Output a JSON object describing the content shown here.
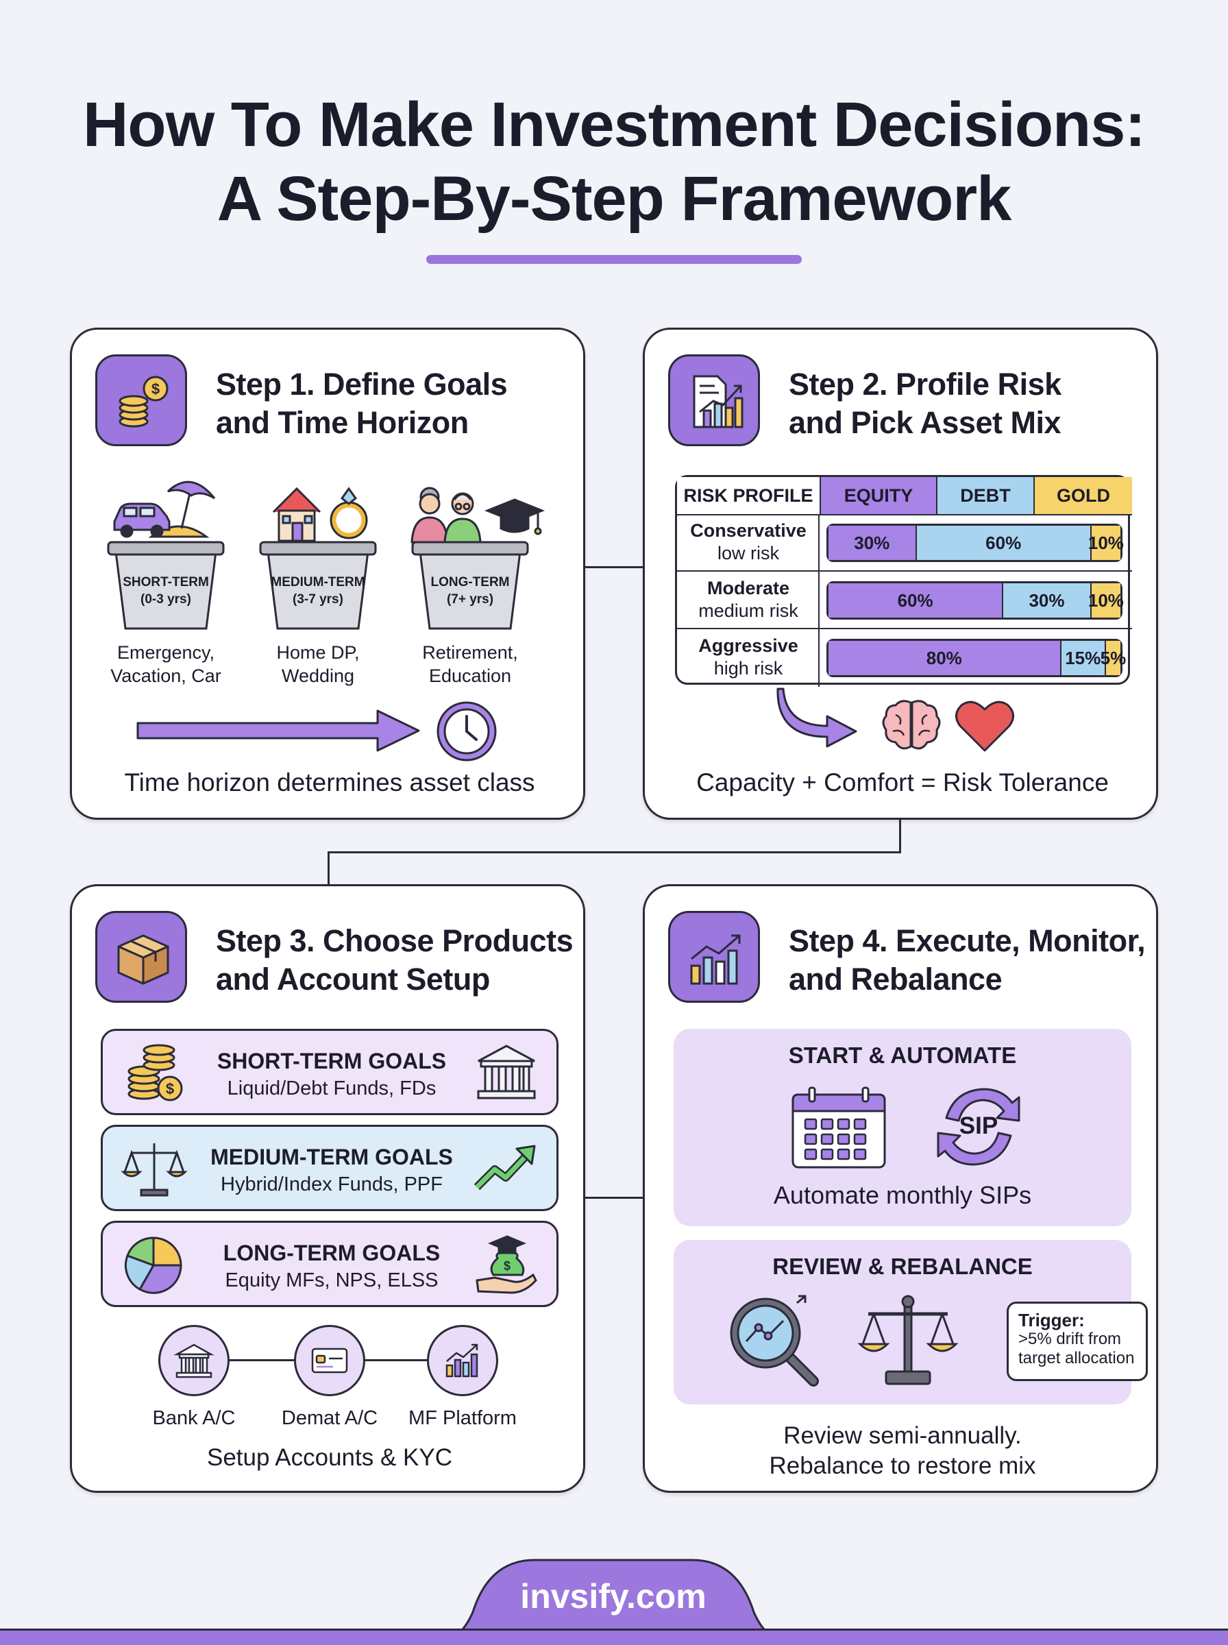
{
  "title": {
    "line1": "How To Make Investment Decisions:",
    "line2": "A Step-By-Step Framework"
  },
  "colors": {
    "accent": "#9b77de",
    "equity": "#a884e6",
    "debt": "#a9d4f0",
    "gold": "#f7d36b",
    "panel": "#e9dcf8",
    "outline": "#2b2b3a"
  },
  "step1": {
    "title_line1": "Step 1. Define Goals",
    "title_line2": "and Time Horizon",
    "icon": "coins-icon",
    "buckets": [
      {
        "label": "SHORT-TERM",
        "range": "(0-3 yrs)",
        "use_line1": "Emergency,",
        "use_line2": "Vacation, Car",
        "icon": "car-umbrella-icon"
      },
      {
        "label": "MEDIUM-TERM",
        "range": "(3-7 yrs)",
        "use_line1": "Home DP,",
        "use_line2": "Wedding",
        "icon": "house-ring-icon"
      },
      {
        "label": "LONG-TERM",
        "range": "(7+ yrs)",
        "use_line1": "Retirement,",
        "use_line2": "Education",
        "icon": "elders-graduation-icon"
      }
    ],
    "caption": "Time horizon determines asset class"
  },
  "step2": {
    "title_line1": "Step 2. Profile Risk",
    "title_line2": "and Pick Asset Mix",
    "icon": "report-chart-icon",
    "headers": [
      "RISK PROFILE",
      "EQUITY",
      "DEBT",
      "GOLD"
    ],
    "rows": [
      {
        "name": "Conservative",
        "risk": "low risk",
        "equity": 30,
        "debt": 60,
        "gold": 10,
        "equity_label": "30%",
        "debt_label": "60%",
        "gold_label": "10%"
      },
      {
        "name": "Moderate",
        "risk": "medium risk",
        "equity": 60,
        "debt": 30,
        "gold": 10,
        "equity_label": "60%",
        "debt_label": "30%",
        "gold_label": "10%"
      },
      {
        "name": "Aggressive",
        "risk": "high risk",
        "equity": 80,
        "debt": 15,
        "gold": 5,
        "equity_label": "80%",
        "debt_label": "15%",
        "gold_label": "5%"
      }
    ],
    "caption": "Capacity + Comfort = Risk Tolerance"
  },
  "step3": {
    "title_line1": "Step 3. Choose Products",
    "title_line2": "and Account Setup",
    "icon": "box-icon",
    "goals": [
      {
        "title": "SHORT-TERM GOALS",
        "products": "Liquid/Debt Funds, FDs",
        "bg": "#efe4fa"
      },
      {
        "title": "MEDIUM-TERM GOALS",
        "products": "Hybrid/Index Funds, PPF",
        "bg": "#dcecf8"
      },
      {
        "title": "LONG-TERM GOALS",
        "products": "Equity MFs, NPS, ELSS",
        "bg": "#efe4fa"
      }
    ],
    "accounts": [
      "Bank A/C",
      "Demat A/C",
      "MF Platform"
    ],
    "caption": "Setup Accounts & KYC"
  },
  "step4": {
    "title_line1": "Step 4. Execute, Monitor,",
    "title_line2": "and Rebalance",
    "icon": "growth-chart-icon",
    "start_title": "START & AUTOMATE",
    "sip_label": "SIP",
    "start_caption": "Automate monthly SIPs",
    "review_title": "REVIEW & REBALANCE",
    "trigger_title": "Trigger:",
    "trigger_line1": ">5% drift from",
    "trigger_line2": "target allocation",
    "caption_line1": "Review semi-annually.",
    "caption_line2": "Rebalance to restore mix"
  },
  "footer": {
    "site": "invsify.com"
  }
}
